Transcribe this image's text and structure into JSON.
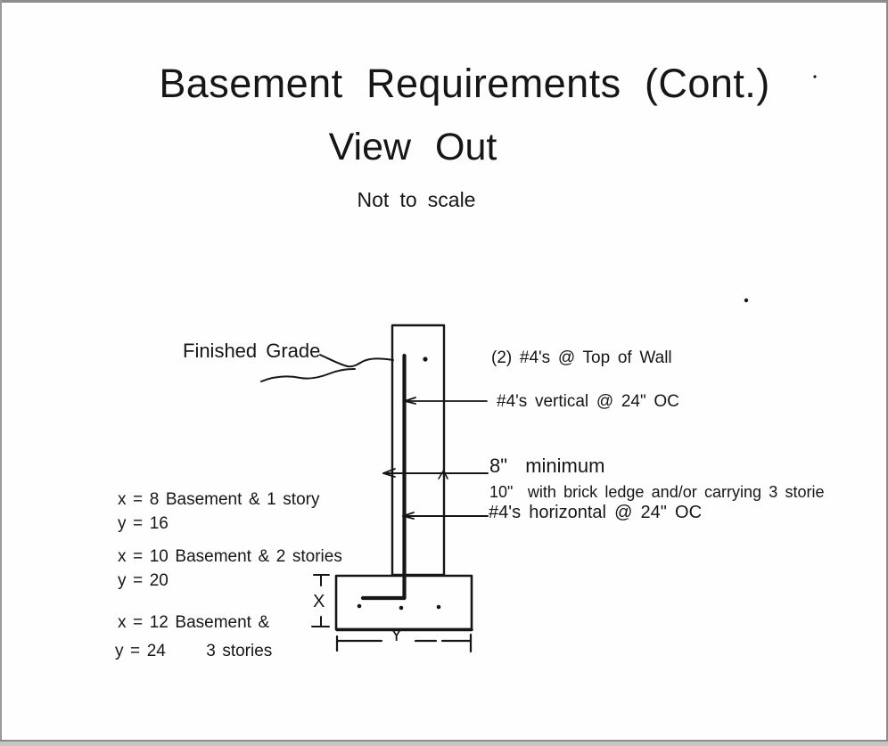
{
  "page": {
    "title": "Basement Requirements (Cont.)",
    "subtitle": "View Out",
    "scale_note": "Not to scale"
  },
  "callouts": {
    "finished_grade": "Finished Grade",
    "top_of_wall": "(2) #4's @ Top of Wall",
    "vertical_bars": "#4's vertical @ 24\" OC",
    "min_thickness": "8\"  minimum",
    "brick_ledge": "10\"  with brick ledge and/or carrying 3 storie",
    "horizontal_bars": "#4's horizontal @ 24\" OC"
  },
  "notes": {
    "items": [
      "x = 8 Basement & 1 story",
      "y = 16",
      "x = 10 Basement & 2 stories",
      "y = 20",
      "x = 12 Basement &",
      "y = 24      3 stories"
    ]
  },
  "dimensions": {
    "footing_depth": "X",
    "footing_width": "Y"
  },
  "colors": {
    "ink": "#161616",
    "paper": "#fefefe",
    "scan_border": "#8c8c8c",
    "scan_bottom_bar": "#c6c6c6"
  }
}
